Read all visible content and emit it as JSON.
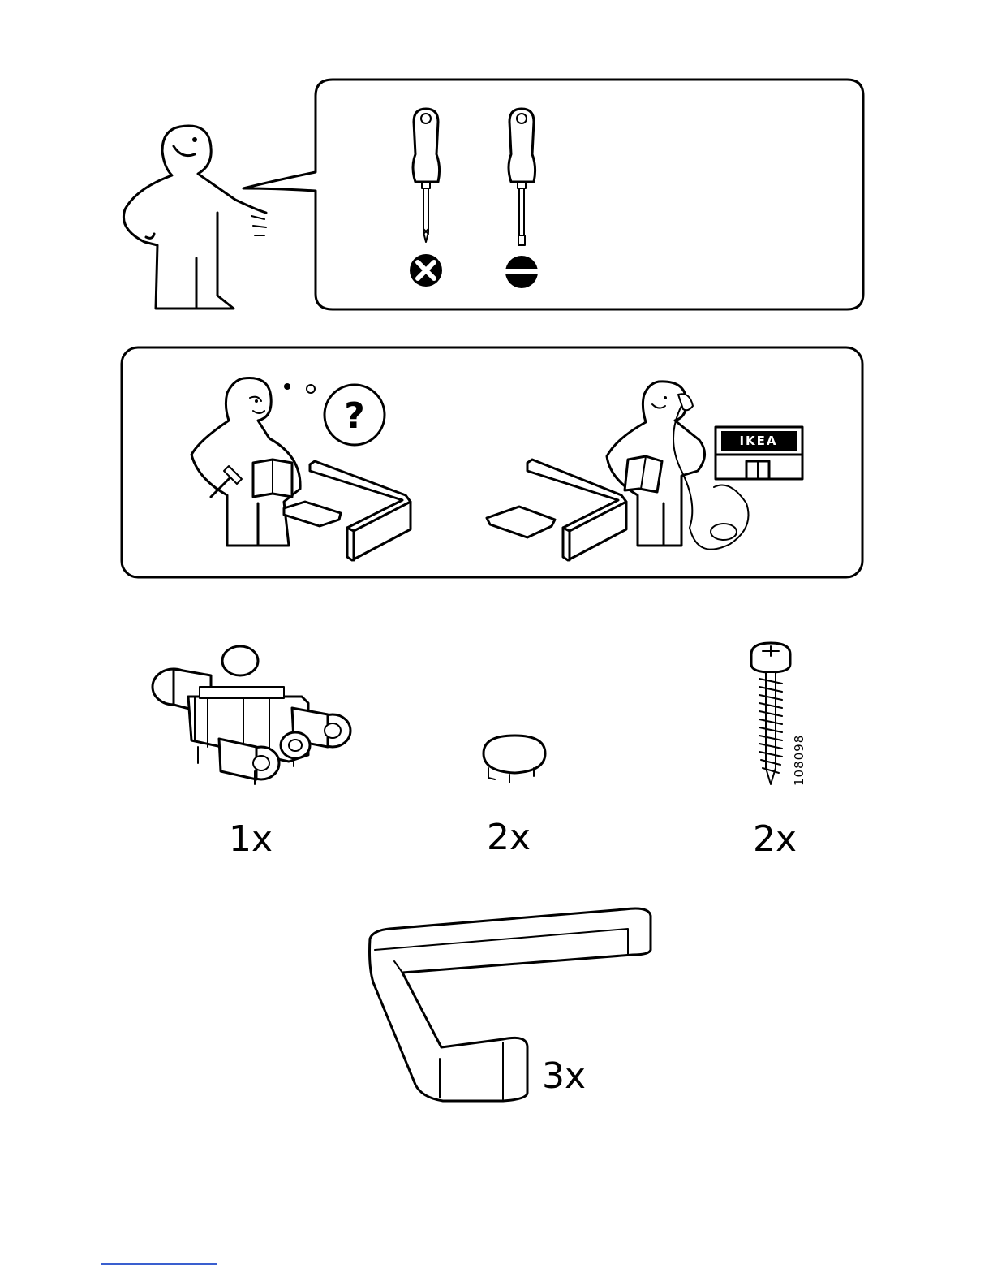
{
  "tools": {
    "phillips_label": "Phillips screwdriver",
    "flat_label": "Flat-head screwdriver"
  },
  "store_sign": "IKEA",
  "parts": [
    {
      "quantity": "1x",
      "icon": "connector-part-icon"
    },
    {
      "quantity": "2x",
      "icon": "cover-cap-icon"
    },
    {
      "quantity": "2x",
      "icon": "screw-icon",
      "article_number": "108098"
    },
    {
      "quantity": "3x",
      "icon": "bracket-icon"
    }
  ],
  "colors": {
    "ink": "#000000",
    "paper": "#ffffff",
    "footer_rule": "#3a5fcf"
  }
}
